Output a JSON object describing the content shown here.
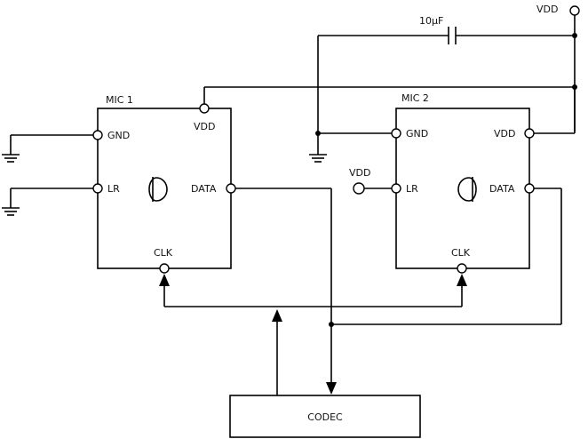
{
  "supply": {
    "label": "VDD"
  },
  "capacitor": {
    "label": "10µF"
  },
  "mic1": {
    "title": "MIC 1",
    "pins": {
      "vdd": "VDD",
      "gnd": "GND",
      "lr": "LR",
      "data": "DATA",
      "clk": "CLK"
    }
  },
  "mic2": {
    "title": "MIC 2",
    "pins": {
      "vdd": "VDD",
      "gnd": "GND",
      "lr": "LR",
      "data": "DATA",
      "clk": "CLK"
    },
    "lr_tie": "VDD"
  },
  "codec": {
    "label": "CODEC"
  }
}
